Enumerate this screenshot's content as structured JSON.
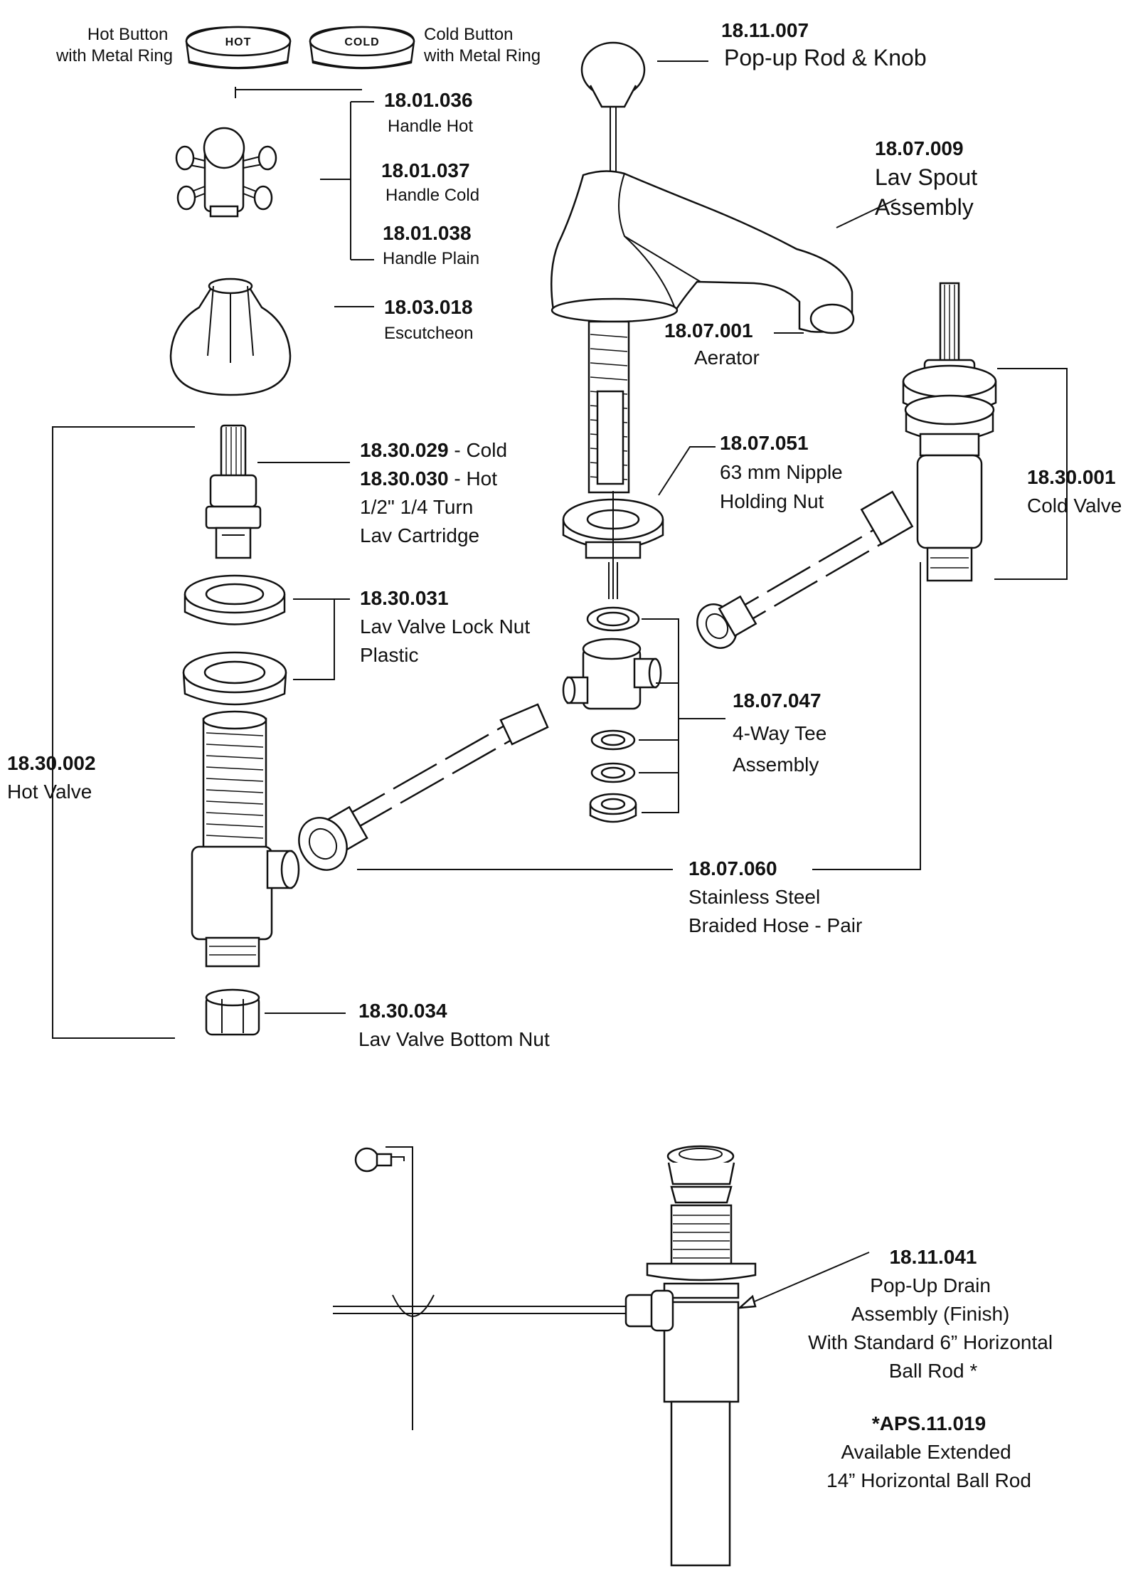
{
  "buttons": {
    "hot_cap": "HOT",
    "cold_cap": "COLD",
    "hot_label": [
      "Hot Button",
      "with Metal Ring"
    ],
    "cold_label": [
      "Cold Button",
      "with Metal Ring"
    ]
  },
  "callouts": {
    "pop_up_rod": {
      "number": "18.11.007",
      "desc": [
        "Pop-up Rod & Knob"
      ]
    },
    "handle_hot": {
      "number": "18.01.036",
      "desc": [
        "Handle Hot"
      ]
    },
    "handle_cold": {
      "number": "18.01.037",
      "desc": [
        "Handle Cold"
      ]
    },
    "handle_plain": {
      "number": "18.01.038",
      "desc": [
        "Handle Plain"
      ]
    },
    "lav_spout": {
      "number": "18.07.009",
      "desc": [
        "Lav Spout",
        "Assembly"
      ]
    },
    "escutcheon": {
      "number": "18.03.018",
      "desc": [
        "Escutcheon"
      ]
    },
    "aerator": {
      "number": "18.07.001",
      "desc": [
        "Aerator"
      ]
    },
    "cartridge": {
      "number_cold": "18.30.029",
      "suffix_cold": " - Cold",
      "number_hot": "18.30.030",
      "suffix_hot": " - Hot",
      "desc": [
        "1/2\" 1/4 Turn",
        "Lav Cartridge"
      ]
    },
    "nipple_nut": {
      "number": "18.07.051",
      "desc": [
        "63 mm Nipple",
        "Holding Nut"
      ]
    },
    "cold_valve": {
      "number": "18.30.001",
      "desc": [
        "Cold Valve"
      ]
    },
    "lock_nut": {
      "number": "18.30.031",
      "desc": [
        "Lav Valve Lock Nut",
        "Plastic"
      ]
    },
    "hot_valve": {
      "number": "18.30.002",
      "desc": [
        "Hot Valve"
      ]
    },
    "tee": {
      "number": "18.07.047",
      "desc": [
        "4-Way Tee",
        "Assembly"
      ]
    },
    "hose": {
      "number": "18.07.060",
      "desc": [
        "Stainless Steel",
        "Braided Hose - Pair"
      ]
    },
    "bottom_nut": {
      "number": "18.30.034",
      "desc": [
        "Lav Valve Bottom Nut"
      ]
    },
    "drain": {
      "number": "18.11.041",
      "desc": [
        "Pop-Up Drain",
        "Assembly (Finish)",
        "With Standard 6” Horizontal",
        "Ball Rod *"
      ]
    },
    "extended": {
      "number": "*APS.11.019",
      "desc": [
        "Available Extended",
        "14” Horizontal Ball Rod"
      ]
    }
  }
}
